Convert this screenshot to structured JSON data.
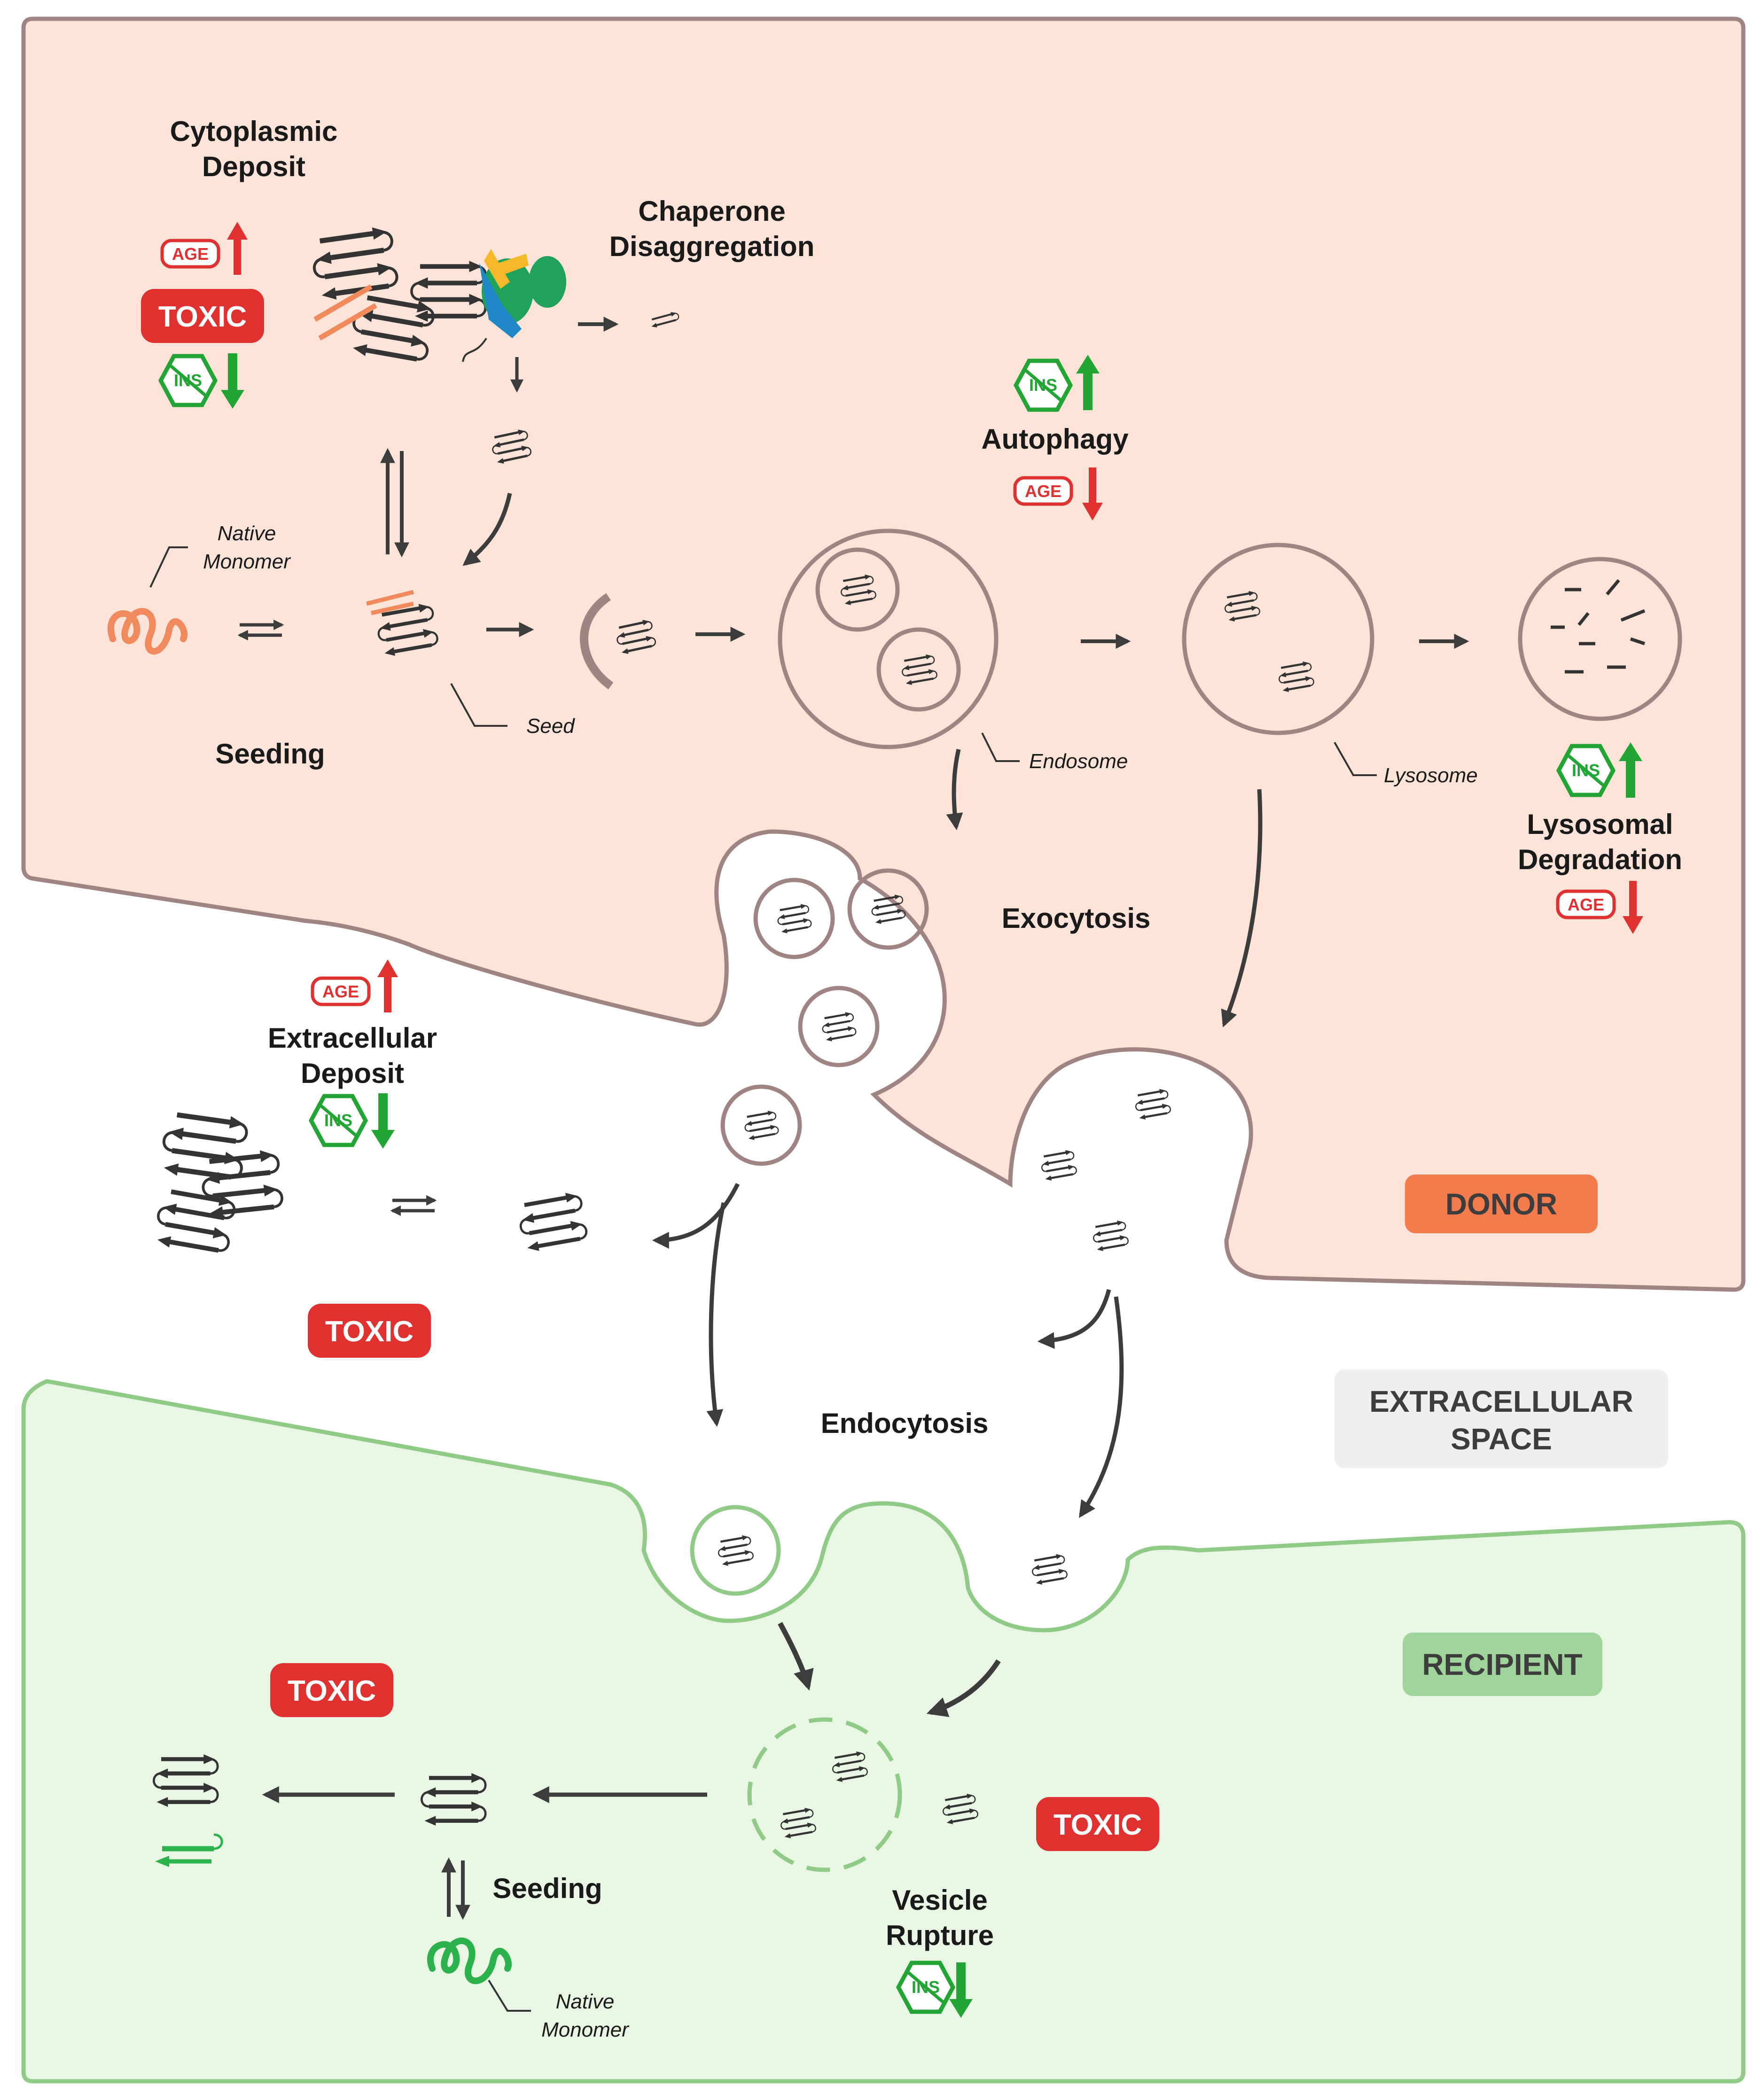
{
  "labels": {
    "cytoplasmic_deposit": [
      "Cytoplasmic",
      "Deposit"
    ],
    "chaperone_disaggregation": [
      "Chaperone",
      "Disaggregation"
    ],
    "autophagy": "Autophagy",
    "seeding_donor": "Seeding",
    "seeding_recipient": "Seeding",
    "native_monomer_donor": [
      "Native",
      "Monomer"
    ],
    "native_monomer_recipient": [
      "Native",
      "Monomer"
    ],
    "seed": "Seed",
    "endosome": "Endosome",
    "lysosome": "Lysosome",
    "lysosomal_degradation": [
      "Lysosomal",
      "Degradation"
    ],
    "exocytosis": "Exocytosis",
    "extracellular_deposit": [
      "Extracellular",
      "Deposit"
    ],
    "endocytosis": "Endocytosis",
    "vesicle_rupture": [
      "Vesicle",
      "Rupture"
    ]
  },
  "badges": {
    "toxic": "TOXIC",
    "age": "AGE",
    "ins": "INS"
  },
  "regions": {
    "donor": "DONOR",
    "extracellular_space": [
      "EXTRACELLULAR",
      "SPACE"
    ],
    "recipient": "RECIPIENT"
  },
  "colors": {
    "donor_fill": "#fde3d8",
    "donor_stroke": "#a08484",
    "recipient_fill": "#e8f6e3",
    "recipient_stroke": "#8fcb87",
    "toxic_red": "#e03131",
    "age_red": "#e03131",
    "ins_green": "#23a535",
    "arrow_dark": "#3c3c3c",
    "monomer_orange": "#f08a5d",
    "monomer_green": "#2bb24c",
    "donor_tag": "#f47c4c",
    "recipient_tag": "#9fd59a",
    "extracellular_tag": "#efefef"
  },
  "icons": [
    "age-tag-icon",
    "ins-hexagon-icon",
    "up-arrow-icon",
    "down-arrow-icon",
    "fibril-icon",
    "monomer-icon",
    "chaperone-icon"
  ]
}
